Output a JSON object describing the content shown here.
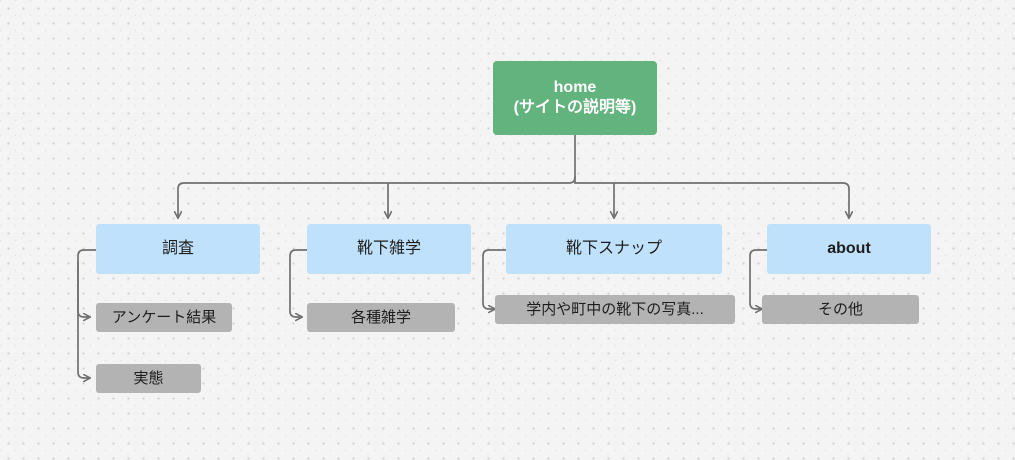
{
  "diagram": {
    "title": "site map",
    "background_color": "#f4f4f4",
    "edge_color": "#707070",
    "colors": {
      "root": "#63b37e",
      "root_text": "#ffffff",
      "main": "#bfe1fb",
      "main_text": "#1d1d1d",
      "sub": "#b3b3b3",
      "sub_text": "#1d1d1d"
    },
    "nodes": {
      "root": {
        "label": "home\n(サイトの説明等)",
        "kind": "root"
      },
      "main": [
        {
          "label": "調査",
          "kind": "main",
          "bold": false
        },
        {
          "label": "靴下雑学",
          "kind": "main",
          "bold": false
        },
        {
          "label": "靴下スナップ",
          "kind": "main",
          "bold": false
        },
        {
          "label": "about",
          "kind": "main",
          "bold": true
        }
      ],
      "sub": [
        {
          "label": "アンケート結果",
          "parent": "調査"
        },
        {
          "label": "実態",
          "parent": "調査"
        },
        {
          "label": "各種雑学",
          "parent": "靴下雑学"
        },
        {
          "label": "学内や町中の靴下の写真...",
          "parent": "靴下スナップ"
        },
        {
          "label": "その他",
          "parent": "about"
        }
      ]
    }
  }
}
